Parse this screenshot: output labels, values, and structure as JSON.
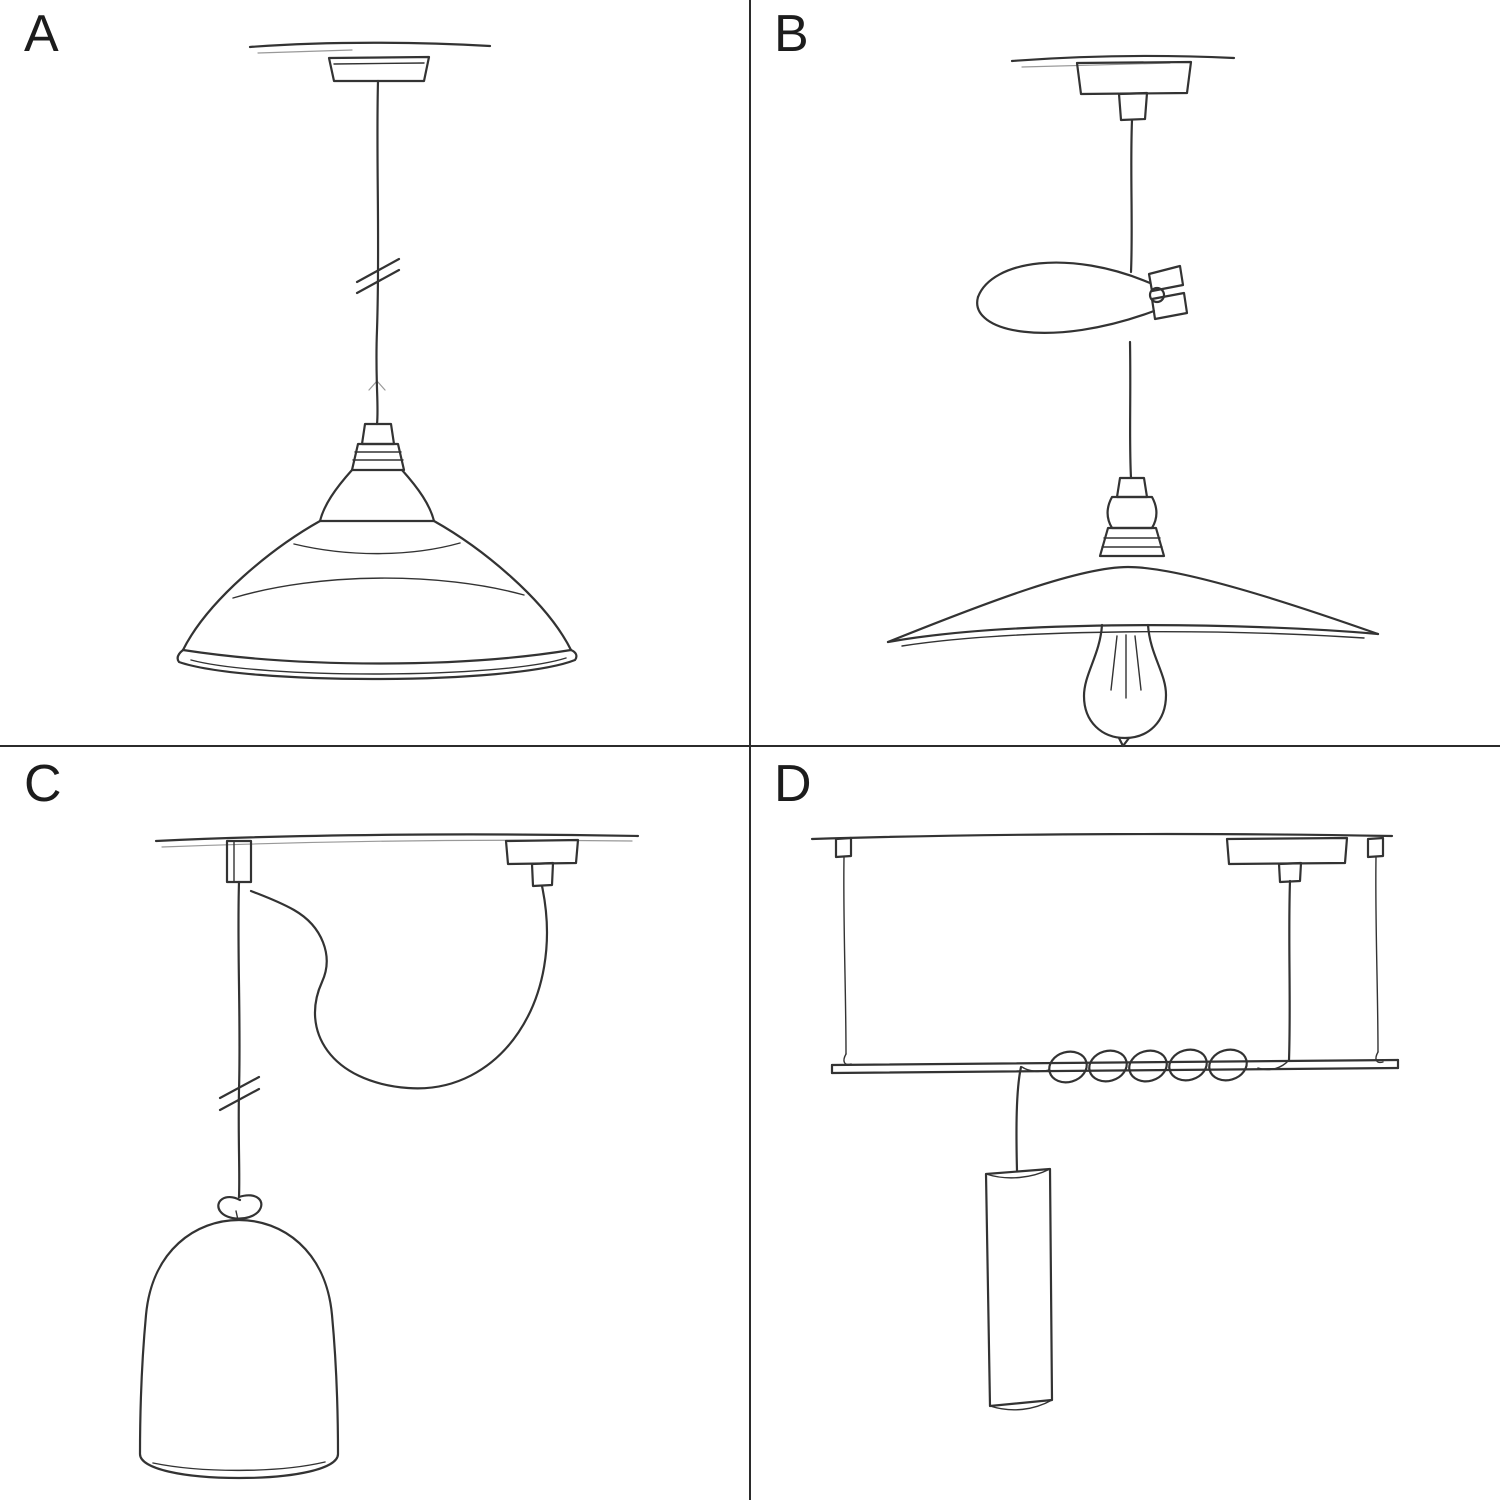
{
  "diagram": {
    "background": "#ffffff",
    "stroke_color": "#333333",
    "divider_color": "#2b2b2b",
    "label_color": "#1c1c1c"
  },
  "panels": [
    {
      "label": "A",
      "sketch": "pendant-lamp-bowl-shade-sketch"
    },
    {
      "label": "B",
      "sketch": "pendant-lamp-flat-shade-bulb-cable-clip-sketch"
    },
    {
      "label": "C",
      "sketch": "swag-pendant-bell-shade-sketch"
    },
    {
      "label": "D",
      "sketch": "bar-pendant-coiled-cable-tube-shade-sketch"
    }
  ]
}
